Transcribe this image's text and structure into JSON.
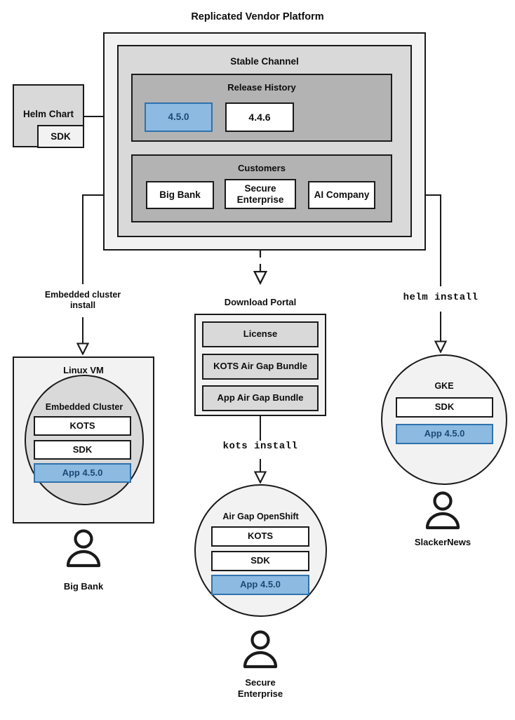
{
  "title": "Replicated Vendor Platform",
  "platform": {
    "channel_title": "Stable Channel",
    "release_history": {
      "title": "Release History",
      "releases": [
        {
          "version": "4.5.0",
          "highlighted": true
        },
        {
          "version": "4.4.6",
          "highlighted": false
        }
      ]
    },
    "customers": {
      "title": "Customers",
      "items": [
        {
          "name": "Big Bank"
        },
        {
          "name": "Secure\nEnterprise"
        },
        {
          "name": "AI Company"
        }
      ]
    }
  },
  "source": {
    "helm_chart": "Helm Chart",
    "sdk": "SDK"
  },
  "connectors": {
    "embedded": "Embedded cluster\ninstall",
    "kots": "kots install",
    "helm": "helm install"
  },
  "download_portal": {
    "title": "Download Portal",
    "artifacts": [
      "License",
      "KOTS Air Gap Bundle",
      "App Air Gap Bundle"
    ]
  },
  "targets": [
    {
      "id": "linux-vm",
      "title": "Linux VM",
      "inner_title": "Embedded Cluster",
      "components": [
        {
          "label": "KOTS",
          "highlighted": false
        },
        {
          "label": "SDK",
          "highlighted": false
        },
        {
          "label": "App 4.5.0",
          "highlighted": true
        }
      ],
      "customer": "Big Bank"
    },
    {
      "id": "airgap-openshift",
      "title": "Air Gap OpenShift",
      "components": [
        {
          "label": "KOTS",
          "highlighted": false
        },
        {
          "label": "SDK",
          "highlighted": false
        },
        {
          "label": "App 4.5.0",
          "highlighted": true
        }
      ],
      "customer": "Secure\nEnterprise"
    },
    {
      "id": "gke",
      "title": "GKE",
      "components": [
        {
          "label": "SDK",
          "highlighted": false
        },
        {
          "label": "App 4.5.0",
          "highlighted": true
        }
      ],
      "customer": "SlackerNews"
    }
  ],
  "colors": {
    "accent_fill": "#8cbae0",
    "accent_border": "#2f72ad",
    "accent_text": "#1b4a75",
    "stroke": "#1a1a1a",
    "level1": "#f2f2f2",
    "level2": "#d9d9d9",
    "level3": "#b3b3b3"
  },
  "icons": {
    "person": "person-icon",
    "arrow": "arrow-head"
  }
}
